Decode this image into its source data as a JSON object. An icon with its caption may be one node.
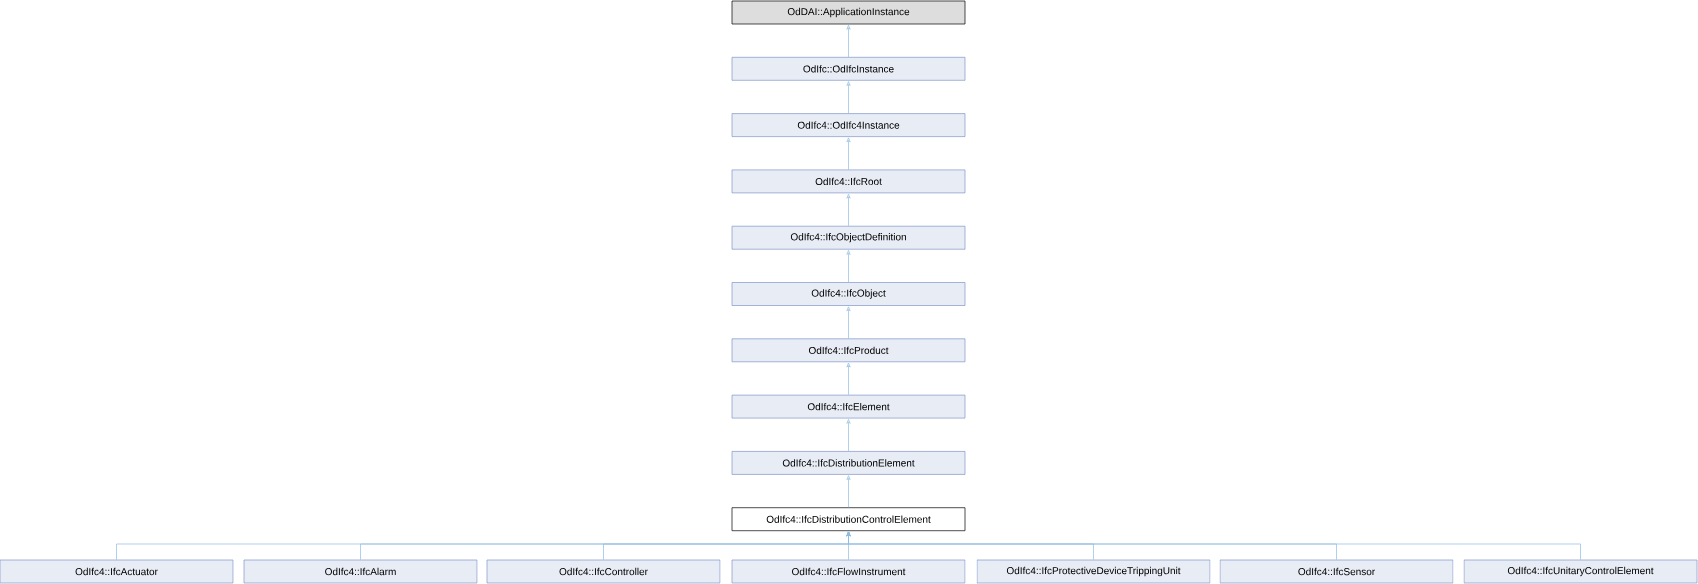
{
  "diagram": {
    "nodes": [
      {
        "text": [
          "OdDAI::ApplicationInstance"
        ]
      },
      {
        "text": [
          "OdIfc::OdIfcInstance"
        ]
      },
      {
        "text": [
          "OdIfc4::OdIfc4Instance"
        ]
      },
      {
        "text": [
          "OdIfc4::IfcRoot"
        ]
      },
      {
        "text": [
          "OdIfc4::IfcObjectDefinition"
        ]
      },
      {
        "text": [
          "OdIfc4::IfcObject"
        ]
      },
      {
        "text": [
          "OdIfc4::IfcProduct"
        ]
      },
      {
        "text": [
          "OdIfc4::IfcElement"
        ]
      },
      {
        "text": [
          "OdIfc4::IfcDistributionElement"
        ]
      },
      {
        "text": [
          "OdIfc4::IfcDistributionControlElement"
        ]
      },
      {
        "text": [
          "OdIfc4::IfcActuator"
        ]
      },
      {
        "text": [
          "OdIfc4::IfcAlarm"
        ]
      },
      {
        "text": [
          "OdIfc4::IfcController"
        ]
      },
      {
        "text": [
          "OdIfc4::IfcFlowInstrument"
        ]
      },
      {
        "text": [
          "OdIfc4::IfcProtectiveDeviceTrippingUnit"
        ]
      },
      {
        "text": [
          "OdIfc4::IfcSensor"
        ]
      },
      {
        "text": [
          "OdIfc4::IfcUnitaryControlElement"
        ]
      }
    ],
    "edges": [
      {
        "from": 1,
        "to": 0,
        "arrow": "to"
      },
      {
        "from": 2,
        "to": 1,
        "arrow": "to"
      },
      {
        "from": 3,
        "to": 2,
        "arrow": "to"
      },
      {
        "from": 4,
        "to": 3,
        "arrow": "to"
      },
      {
        "from": 5,
        "to": 4,
        "arrow": "to"
      },
      {
        "from": 6,
        "to": 5,
        "arrow": "to"
      },
      {
        "from": 7,
        "to": 6,
        "arrow": "to"
      },
      {
        "from": 8,
        "to": 7,
        "arrow": "to"
      },
      {
        "from": 9,
        "to": 8,
        "arrow": "to"
      },
      {
        "from": 10,
        "to": 9,
        "arrow": "to"
      },
      {
        "from": 11,
        "to": 9,
        "arrow": "to"
      },
      {
        "from": 12,
        "to": 9,
        "arrow": "to"
      },
      {
        "from": 13,
        "to": 9,
        "arrow": "to"
      },
      {
        "from": 14,
        "to": 9,
        "arrow": "to"
      },
      {
        "from": 15,
        "to": 9,
        "arrow": "to"
      },
      {
        "from": 16,
        "to": 9,
        "arrow": "to"
      }
    ]
  }
}
